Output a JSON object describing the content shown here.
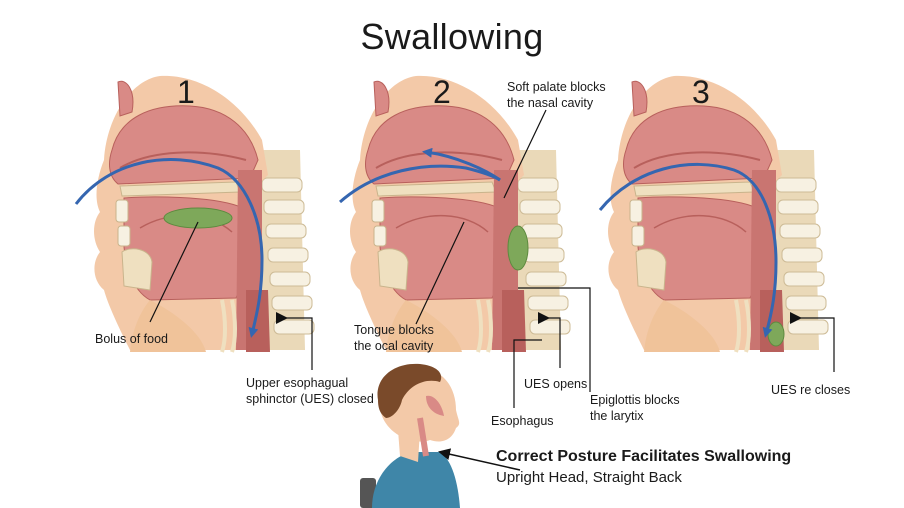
{
  "title": "Swallowing",
  "panels": [
    {
      "number": "1"
    },
    {
      "number": "2"
    },
    {
      "number": "3"
    }
  ],
  "labels": {
    "bolus": "Bolus of food",
    "ues_closed": [
      "Upper esophagual",
      "sphinctor (UES) closed"
    ],
    "soft_palate": [
      "Soft palate blocks",
      "the nasal cavity"
    ],
    "tongue": [
      "Tongue blocks",
      "the ocal cavity"
    ],
    "ues_opens": "UES opens",
    "epiglottis": [
      "Epiglottis blocks",
      "the larytix"
    ],
    "esophagus": "Esophagus",
    "ues_recloses": "UES re closes"
  },
  "posture": {
    "title": "Correct Posture Facilitates Swallowing",
    "subtitle": "Upright Head, Straight Back"
  },
  "colors": {
    "tissue": "#d98a86",
    "tissue_dark": "#b8605c",
    "skin": "#f3c9a8",
    "bone": "#efe0c0",
    "spine": "#d8c9a6",
    "bolus": "#7ea85a",
    "arrow": "#3566b0",
    "shirt": "#3f86a8",
    "hair": "#7a4a2a"
  }
}
